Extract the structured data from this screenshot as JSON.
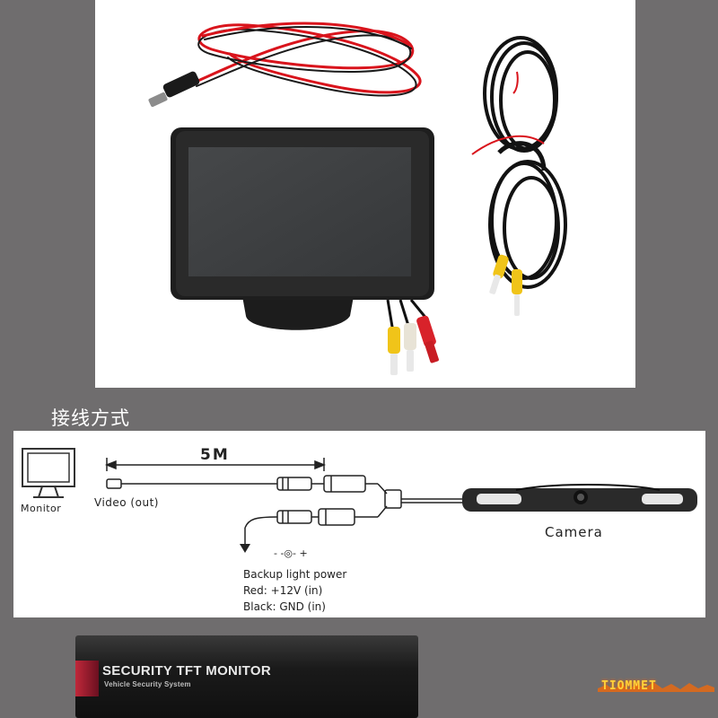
{
  "section_title": "接线方式",
  "diagram": {
    "monitor_label": "Monitor",
    "distance_label": "5M",
    "video_label": "Video (out)",
    "camera_label": "Camera",
    "polarity_label": "- -◎- +",
    "power_title": "Backup light power",
    "power_red": "Red: +12V (in)",
    "power_black": "Black: GND (in)"
  },
  "box": {
    "title": "SECURITY TFT MONITOR",
    "subtitle": "Vehicle Security System"
  },
  "watermark": {
    "text": "TIOMMET"
  }
}
